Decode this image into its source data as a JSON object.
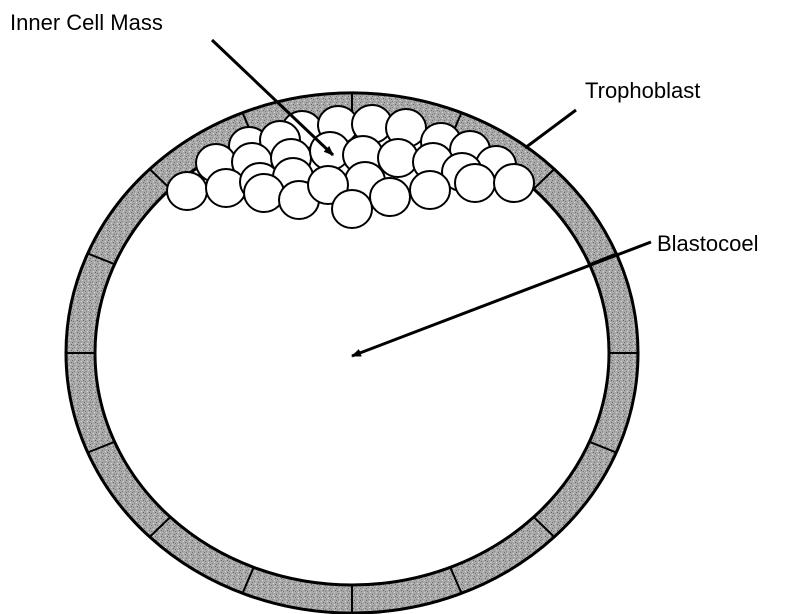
{
  "diagram": {
    "labels": {
      "inner_cell_mass": "Inner Cell Mass",
      "trophoblast": "Trophoblast",
      "blastocoel": "Blastocoel"
    },
    "structure": {
      "trophoblast_segments": 16,
      "inner_cell_mass_cells": 30
    },
    "colors": {
      "stroke": "#000000",
      "trophoblast_fill": "#a8a8a8",
      "cell_fill": "#ffffff"
    }
  }
}
